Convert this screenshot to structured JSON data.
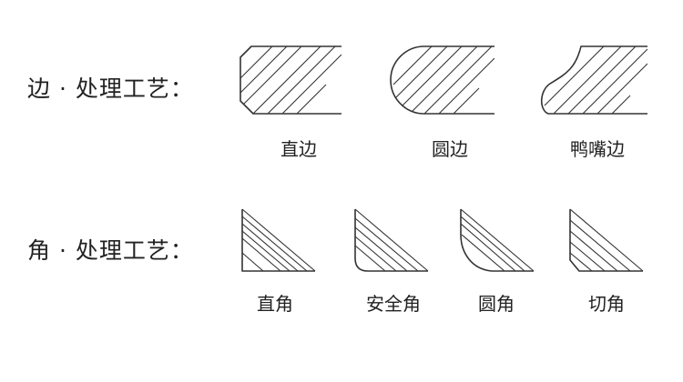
{
  "edge_section": {
    "label": "边 · 处理工艺：",
    "items": [
      {
        "caption": "直边"
      },
      {
        "caption": "圆边"
      },
      {
        "caption": "鸭嘴边"
      }
    ]
  },
  "corner_section": {
    "label": "角 · 处理工艺：",
    "items": [
      {
        "caption": "直角"
      },
      {
        "caption": "安全角"
      },
      {
        "caption": "圆角"
      },
      {
        "caption": "切角"
      }
    ]
  }
}
